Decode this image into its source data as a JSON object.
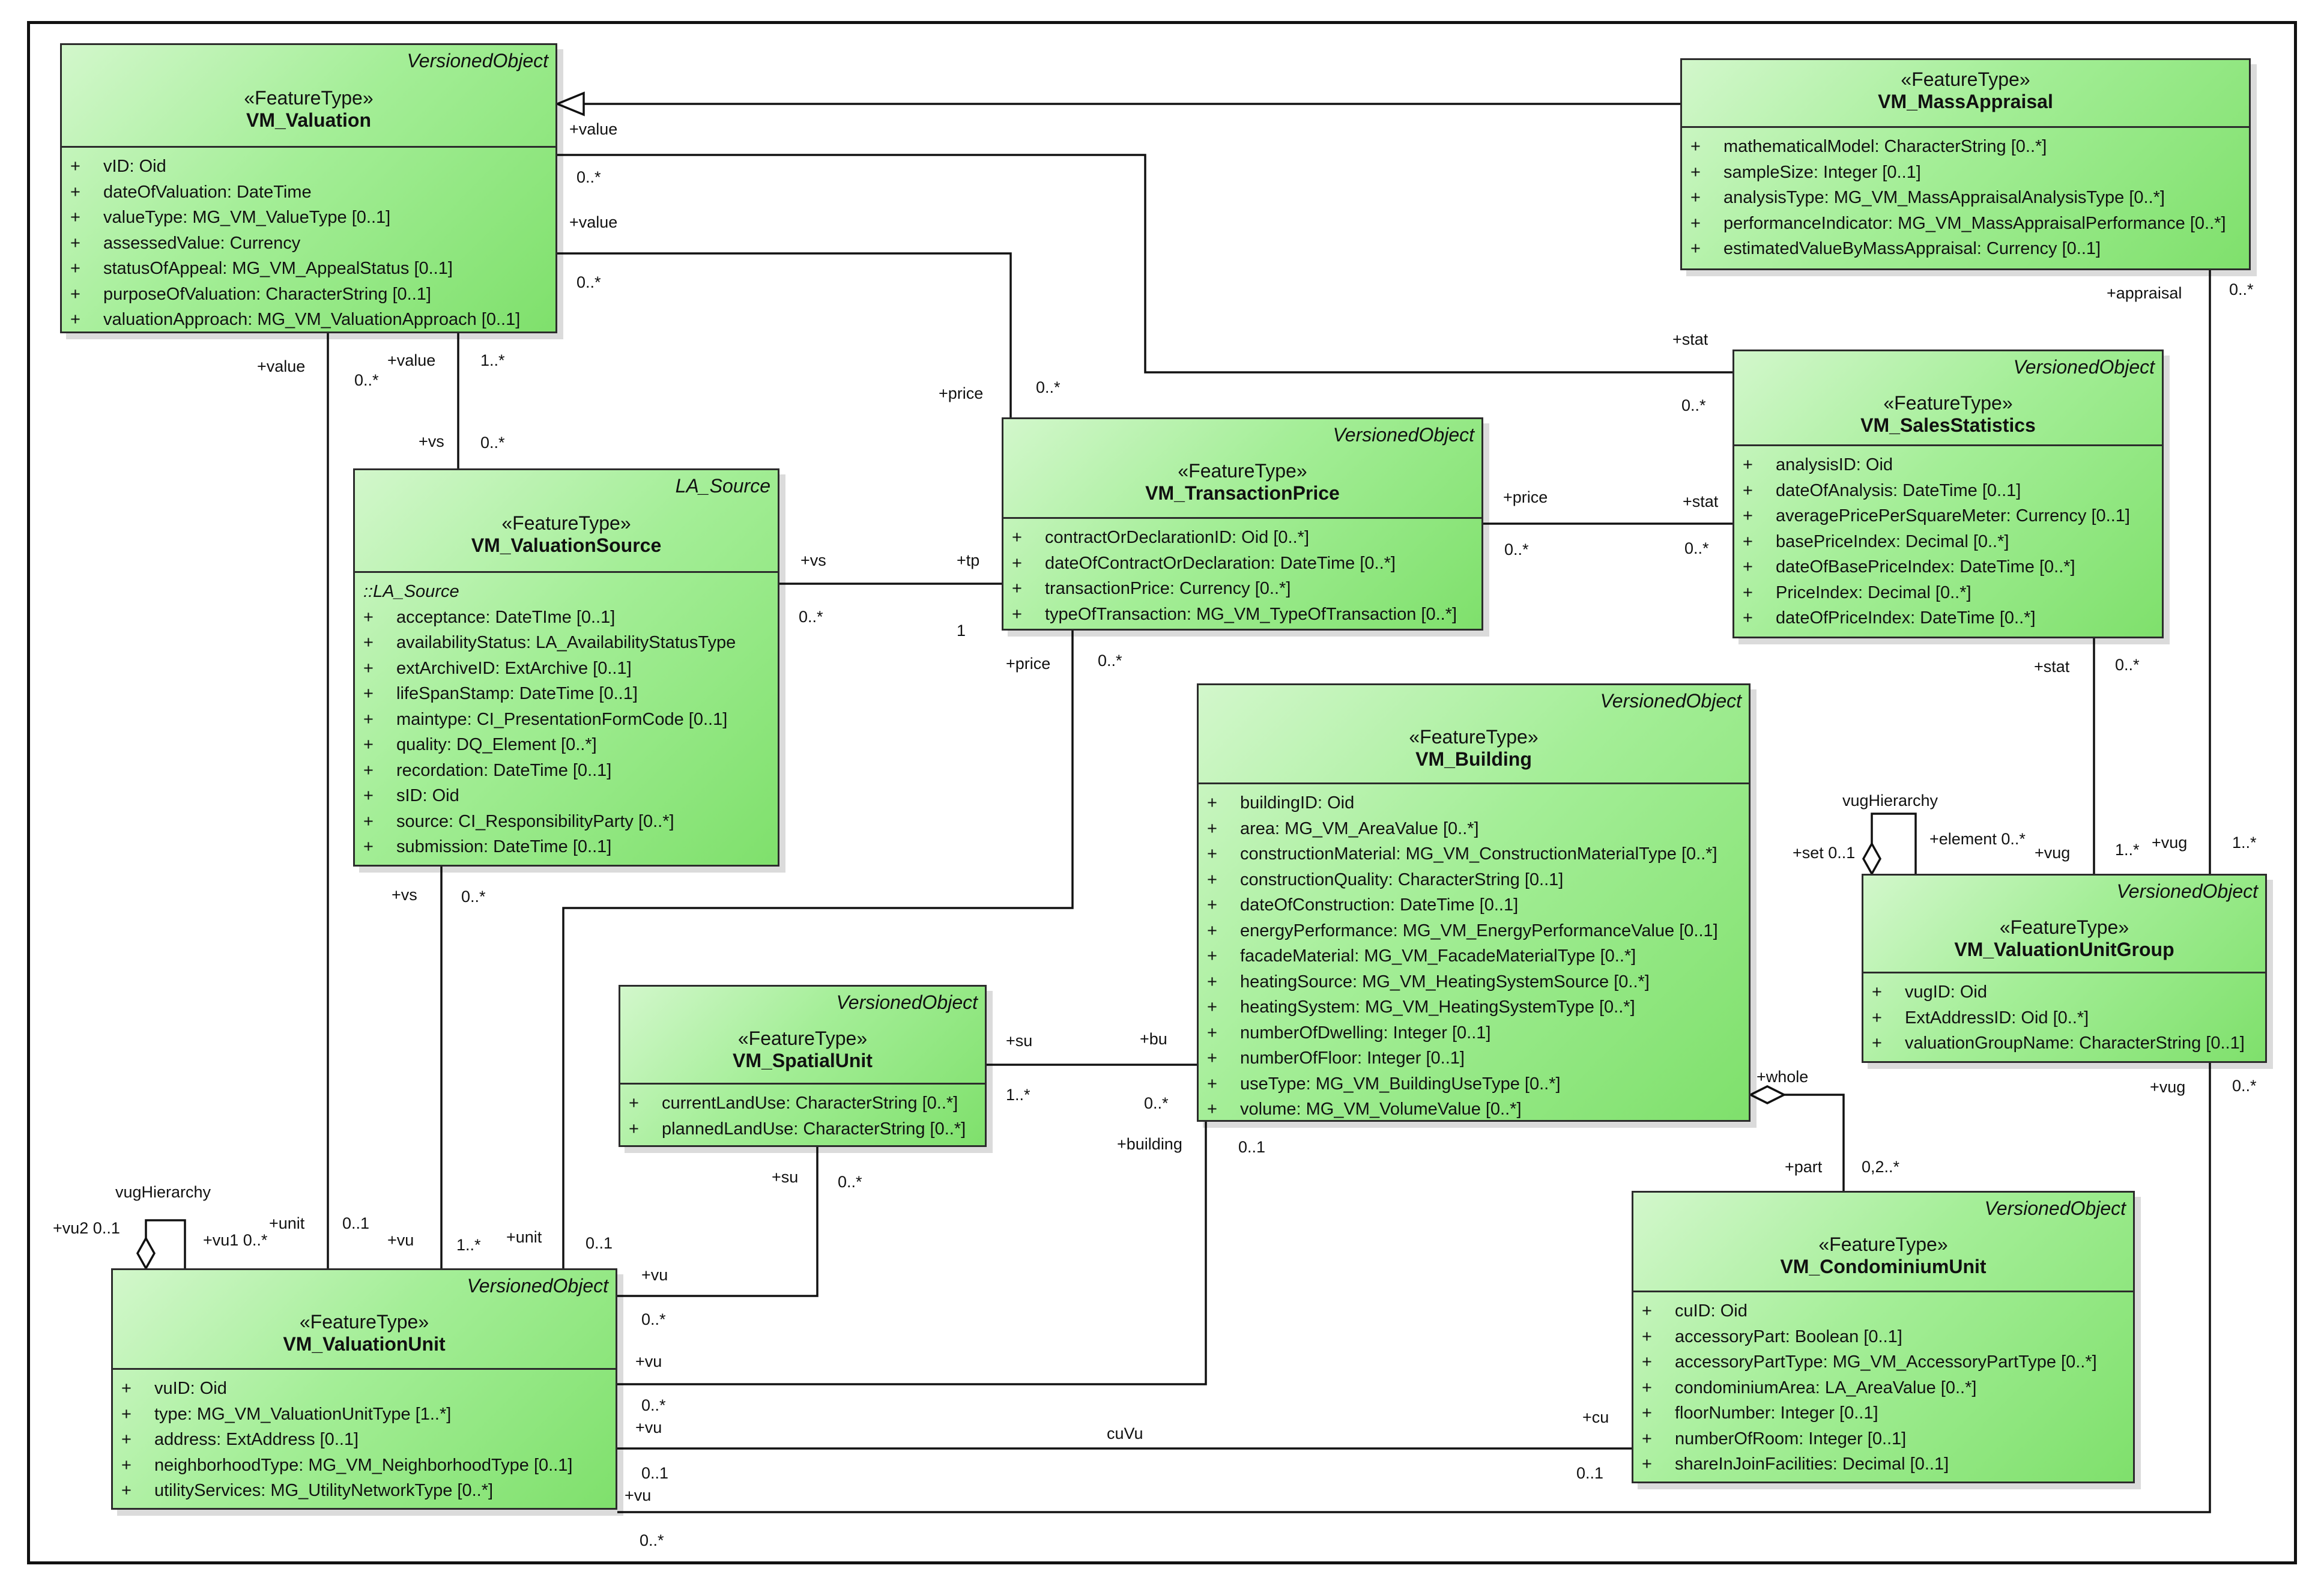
{
  "classes": {
    "valuation": {
      "parent": "VersionedObject",
      "stereotype": "«FeatureType»",
      "name": "VM_Valuation",
      "attributes": [
        "vID: Oid",
        "dateOfValuation: DateTime",
        "valueType: MG_VM_ValueType [0..1]",
        "assessedValue: Currency",
        "statusOfAppeal: MG_VM_AppealStatus [0..1]",
        "purposeOfValuation: CharacterString [0..1]",
        "valuationApproach: MG_VM_ValuationApproach [0..1]"
      ]
    },
    "mass_appraisal": {
      "parent": "",
      "stereotype": "«FeatureType»",
      "name": "VM_MassAppraisal",
      "attributes": [
        "mathematicalModel: CharacterString [0..*]",
        "sampleSize: Integer [0..1]",
        "analysisType: MG_VM_MassAppraisalAnalysisType [0..*]",
        "performanceIndicator: MG_VM_MassAppraisalPerformance [0..*]",
        "estimatedValueByMassAppraisal: Currency [0..1]"
      ]
    },
    "sales_statistics": {
      "parent": "VersionedObject",
      "stereotype": "«FeatureType»",
      "name": "VM_SalesStatistics",
      "attributes": [
        "analysisID: Oid",
        "dateOfAnalysis: DateTime [0..1]",
        "averagePricePerSquareMeter: Currency [0..1]",
        "basePriceIndex: Decimal [0..*]",
        "dateOfBasePriceIndex: DateTime [0..*]",
        "PriceIndex: Decimal [0..*]",
        "dateOfPriceIndex: DateTime [0..*]"
      ]
    },
    "valuation_source": {
      "parent": "LA_Source",
      "stereotype": "«FeatureType»",
      "name": "VM_ValuationSource",
      "inherited": "::LA_Source",
      "attributes": [
        "acceptance: DateTIme [0..1]",
        "availabilityStatus: LA_AvailabilityStatusType",
        "extArchiveID: ExtArchive [0..1]",
        "lifeSpanStamp: DateTime [0..1]",
        "maintype: CI_PresentationFormCode [0..1]",
        "quality: DQ_Element [0..*]",
        "recordation: DateTime [0..1]",
        "sID: Oid",
        "source: CI_ResponsibilityParty [0..*]",
        "submission: DateTime [0..1]"
      ]
    },
    "transaction_price": {
      "parent": "VersionedObject",
      "stereotype": "«FeatureType»",
      "name": "VM_TransactionPrice",
      "attributes": [
        "contractOrDeclarationID: Oid [0..*]",
        "dateOfContractOrDeclaration: DateTime [0..*]",
        "transactionPrice: Currency [0..*]",
        "typeOfTransaction: MG_VM_TypeOfTransaction [0..*]"
      ]
    },
    "building": {
      "parent": "VersionedObject",
      "stereotype": "«FeatureType»",
      "name": "VM_Building",
      "attributes": [
        "buildingID: Oid",
        "area: MG_VM_AreaValue [0..*]",
        "constructionMaterial: MG_VM_ConstructionMaterialType [0..*]",
        "constructionQuality: CharacterString [0..1]",
        "dateOfConstruction: DateTime [0..1]",
        "energyPerformance: MG_VM_EnergyPerformanceValue [0..1]",
        "facadeMaterial: MG_VM_FacadeMaterialType [0..*]",
        "heatingSource: MG_VM_HeatingSystemSource [0..*]",
        "heatingSystem: MG_VM_HeatingSystemType [0..*]",
        "numberOfDwelling: Integer [0..1]",
        "numberOfFloor: Integer [0..1]",
        "useType: MG_VM_BuildingUseType [0..*]",
        "volume: MG_VM_VolumeValue [0..*]"
      ]
    },
    "valuation_unit_group": {
      "parent": "VersionedObject",
      "stereotype": "«FeatureType»",
      "name": "VM_ValuationUnitGroup",
      "attributes": [
        "vugID: Oid",
        "ExtAddressID: Oid [0..*]",
        "valuationGroupName: CharacterString [0..1]"
      ]
    },
    "spatial_unit": {
      "parent": "VersionedObject",
      "stereotype": "«FeatureType»",
      "name": "VM_SpatialUnit",
      "attributes": [
        "currentLandUse: CharacterString [0..*]",
        "plannedLandUse: CharacterString [0..*]"
      ]
    },
    "condominium_unit": {
      "parent": "VersionedObject",
      "stereotype": "«FeatureType»",
      "name": "VM_CondominiumUnit",
      "attributes": [
        "cuID: Oid",
        "accessoryPart: Boolean [0..1]",
        "accessoryPartType: MG_VM_AccessoryPartType [0..*]",
        "condominiumArea: LA_AreaValue [0..*]",
        "floorNumber: Integer [0..1]",
        "numberOfRoom: Integer [0..1]",
        "shareInJoinFacilities: Decimal [0..1]"
      ]
    },
    "valuation_unit": {
      "parent": "VersionedObject",
      "stereotype": "«FeatureType»",
      "name": "VM_ValuationUnit",
      "attributes": [
        "vuID: Oid",
        "type: MG_VM_ValuationUnitType [1..*]",
        "address: ExtAddress [0..1]",
        "neighborhoodType: MG_VM_NeighborhoodType [0..1]",
        "utilityServices: MG_UtilityNetworkType [0..*]"
      ]
    }
  },
  "labels": {
    "l01": "+value",
    "l02": "0..*",
    "l03": "+value",
    "l04": "0..*",
    "l05": "+appraisal",
    "l06": "0..*",
    "l07": "+stat",
    "l08": "0..*",
    "l09": "+price",
    "l10": "0..*",
    "l11": "+value",
    "l12": "0..*",
    "l13": "+value",
    "l14": "1..*",
    "l15": "+vs",
    "l16": "0..*",
    "l17": "+vs",
    "l18": "+tp",
    "l19": "0..*",
    "l20": "1",
    "l21": "+price",
    "l22": "+stat",
    "l23": "0..*",
    "l24": "0..*",
    "l25": "+price",
    "l26": "0..*",
    "l27": "+stat",
    "l28": "0..*",
    "l29": "vugHierarchy",
    "l30": "+set 0..1",
    "l31": "+element 0..*",
    "l32": "+vug",
    "l33": "1..*",
    "l34": "+vug",
    "l35": "1..*",
    "l36": "+vs",
    "l37": "0..*",
    "l38": "+su",
    "l39": "+bu",
    "l40": "1..*",
    "l41": "0..*",
    "l42": "+whole",
    "l43": "+building",
    "l44": "0..1",
    "l45": "+su",
    "l46": "0..*",
    "l47": "+part",
    "l48": "0,2..*",
    "l49": "+vug",
    "l50": "0..*",
    "l51": "vugHierarchy",
    "l52": "+vu2 0..1",
    "l53": "+vu1 0..*",
    "l54": "+unit",
    "l55": "0..1",
    "l56": "+vu",
    "l57": "1..*",
    "l58": "+unit",
    "l59": "0..1",
    "l60": "+vu",
    "l61": "0..*",
    "l62": "+vu",
    "l63": "0..*",
    "l64": "+vu",
    "l65": "cuVu",
    "l66": "+cu",
    "l67": "0..1",
    "l68": "0..1",
    "l69": "+vu",
    "l70": "0..*"
  }
}
